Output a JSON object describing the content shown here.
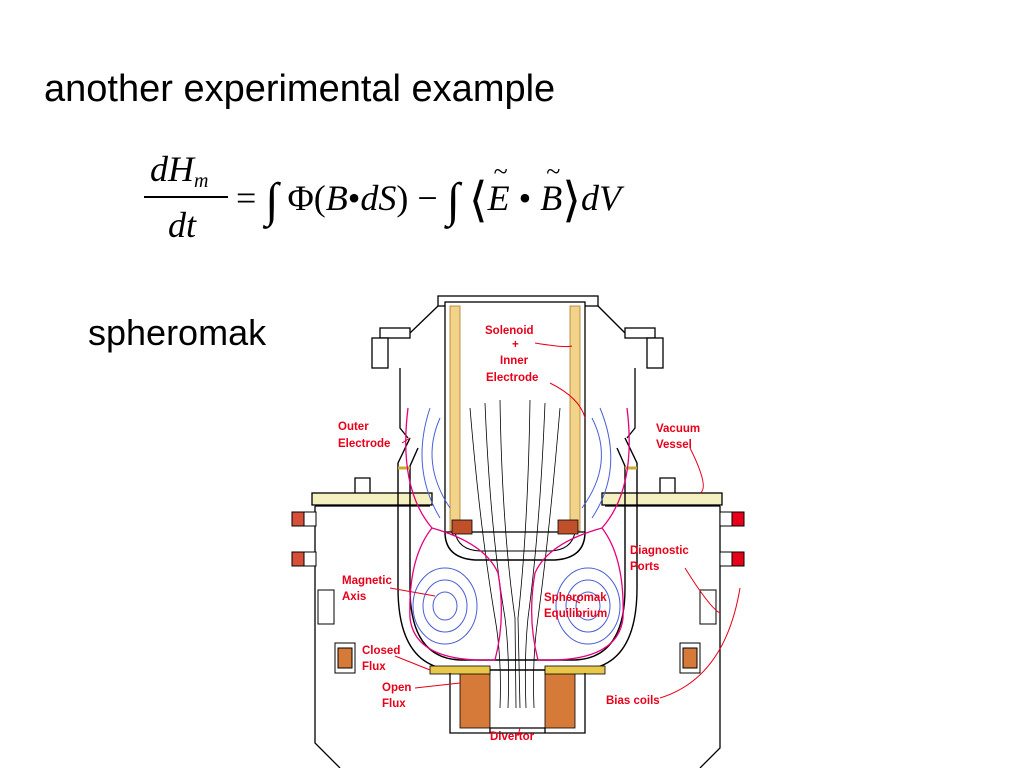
{
  "slide": {
    "title": "another experimental example",
    "subtitle": "spheromak"
  },
  "equation": {
    "lhs_numerator": "dH",
    "lhs_numerator_sub": "m",
    "lhs_denominator": "dt",
    "equals": "=",
    "integral": "∫",
    "phi_term": "Φ(",
    "b": "B",
    "dot1": "•",
    "ds": "dS",
    "close": ")",
    "minus": "−",
    "open_angle": "⟨",
    "e_tilde": "E",
    "dot2": "•",
    "b_tilde": "B",
    "close_angle": "⟩",
    "dv": "dV"
  },
  "callouts": {
    "solenoid_line1": "Solenoid",
    "solenoid_line2": "+",
    "solenoid_line3": "Inner",
    "solenoid_line4": "Electrode",
    "outer_line1": "Outer",
    "outer_line2": "Electrode",
    "vacuum_line1": "Vacuum",
    "vacuum_line2": "Vessel",
    "diagnostic_line1": "Diagnostic",
    "diagnostic_line2": "Ports",
    "magnetic_line1": "Magnetic",
    "magnetic_line2": "Axis",
    "equilibrium_line1": "Spheromak",
    "equilibrium_line2": "Equilibrium",
    "closed_line1": "Closed",
    "closed_line2": "Flux",
    "open_line1": "Open",
    "open_line2": "Flux",
    "bias": "Bias coils",
    "divertor": "Divertor"
  },
  "colors": {
    "callout": "#e8001a",
    "outline": "#000000",
    "flux_blue": "#4a5fd6",
    "separatrix": "#e6007e",
    "coil": "#c0502a",
    "electrode": "#e8c84a"
  }
}
